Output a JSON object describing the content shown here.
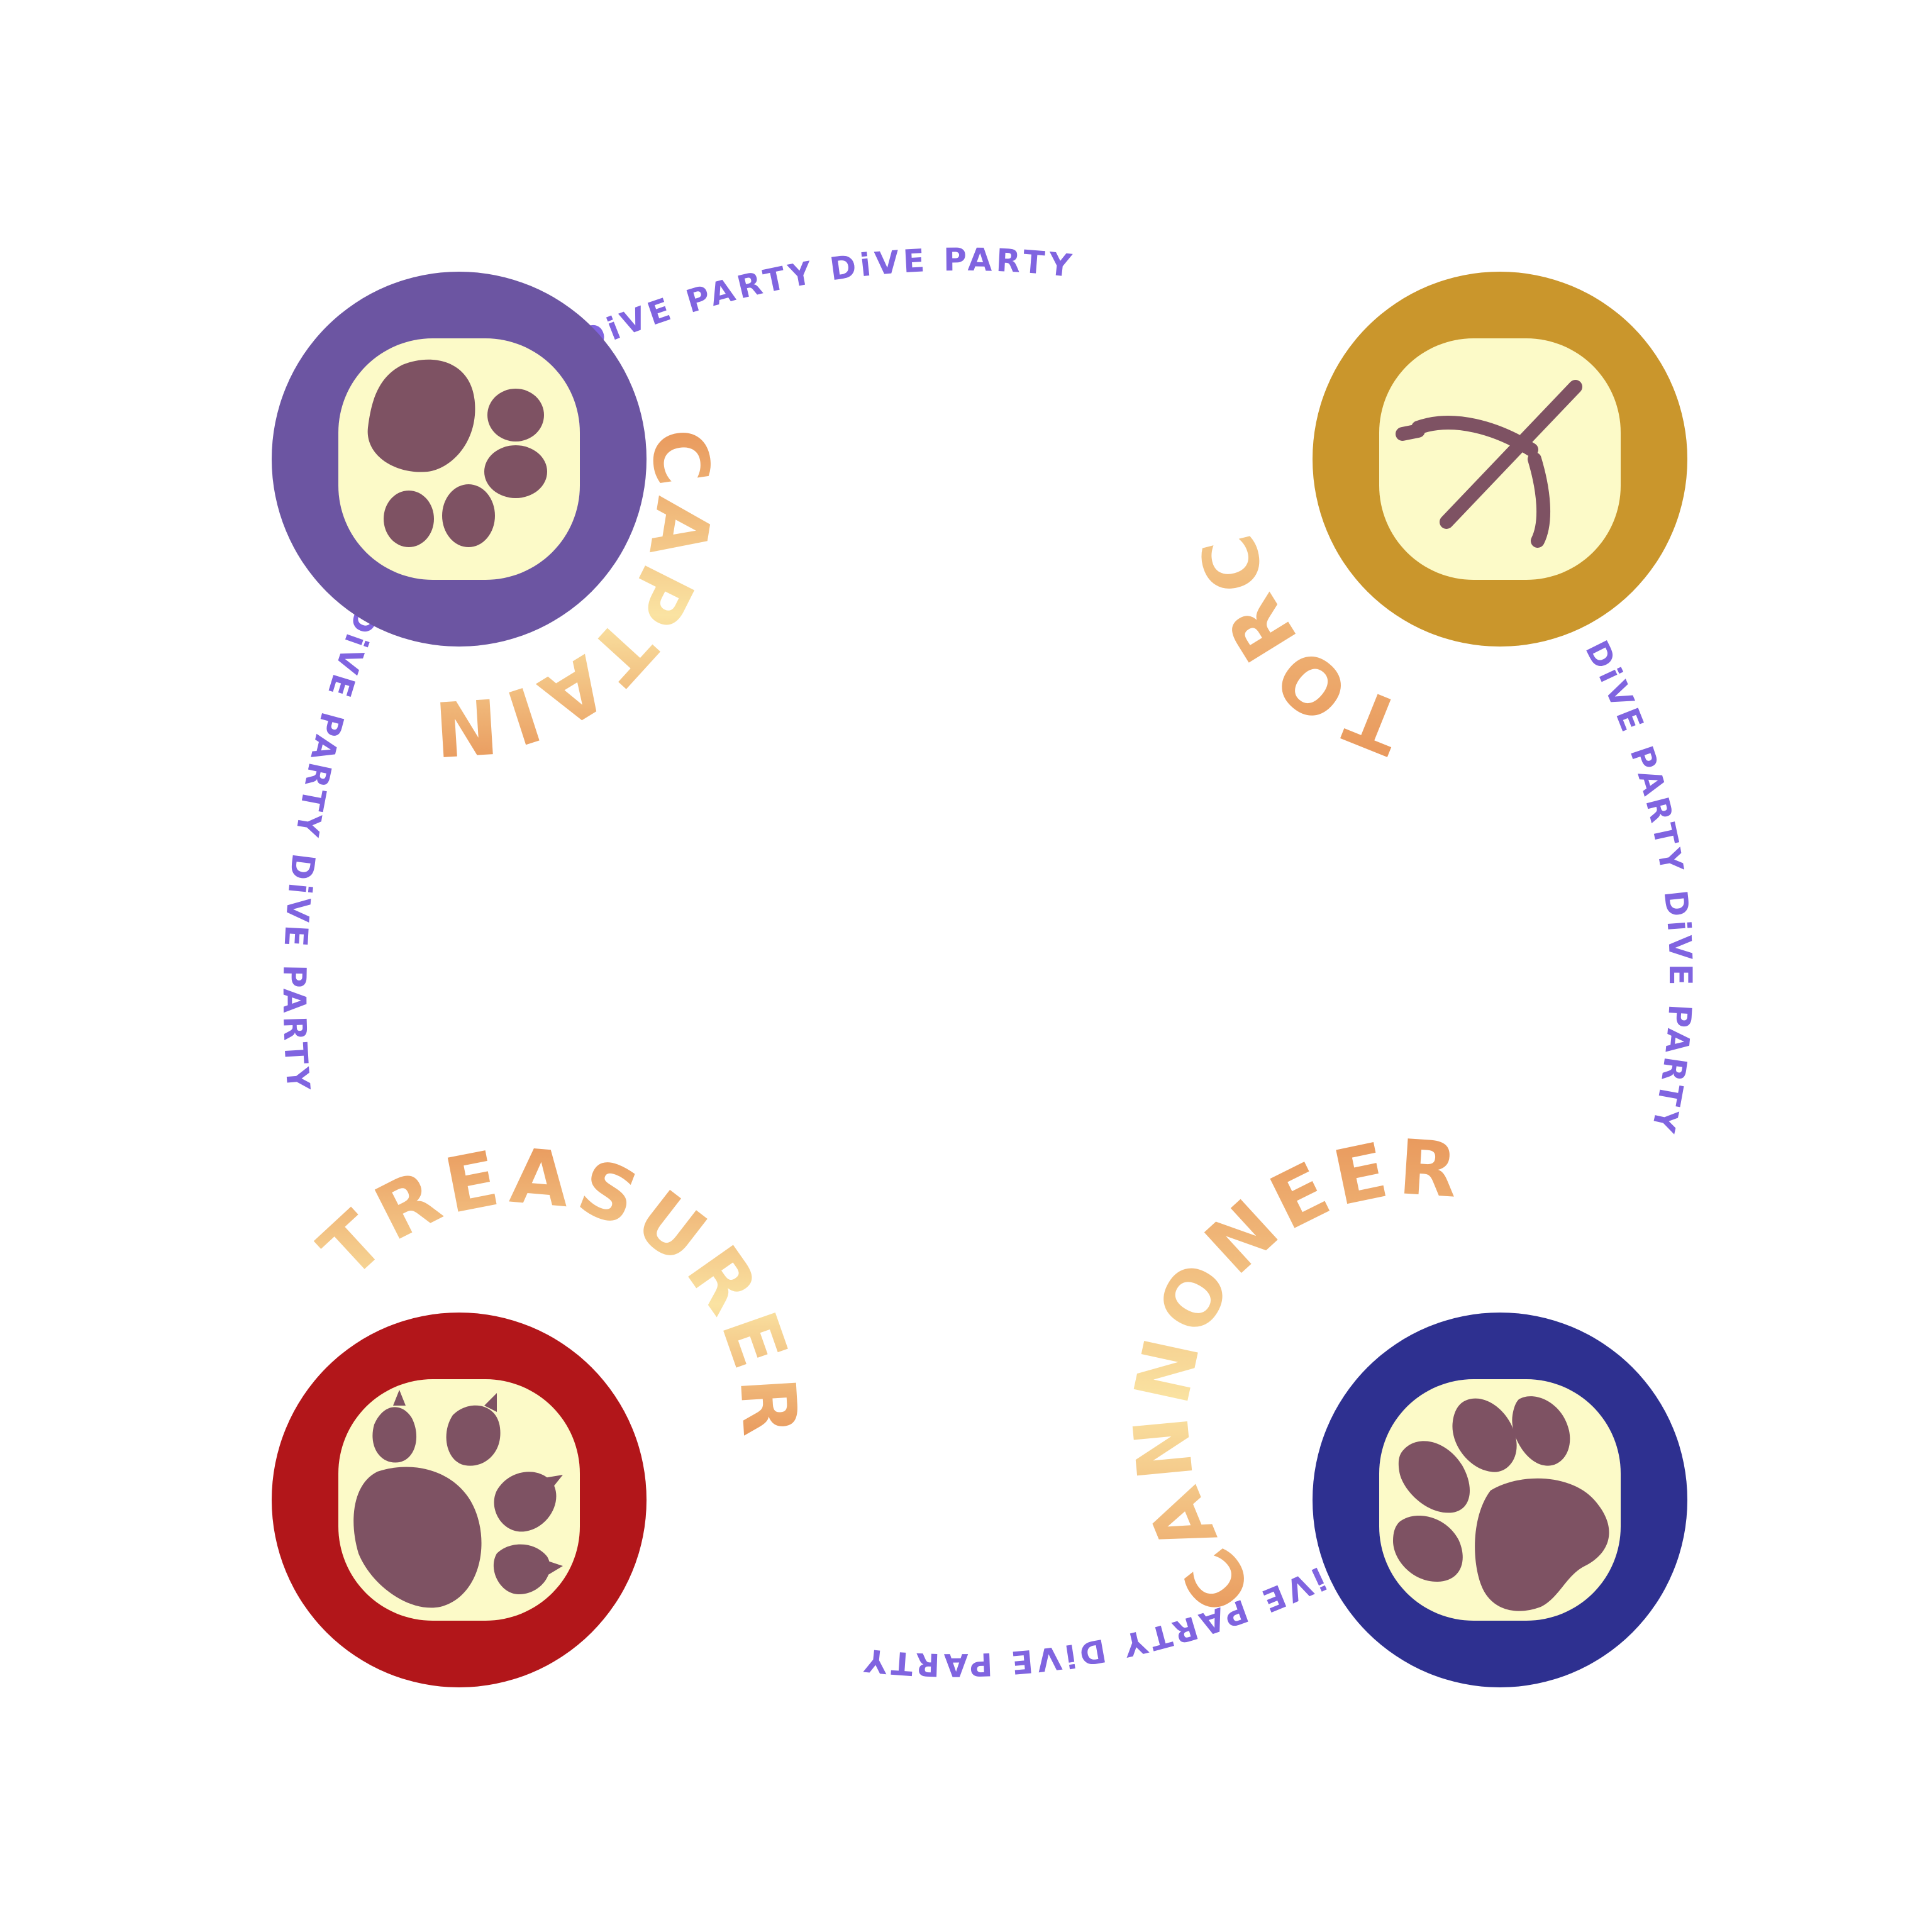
{
  "ring_text": {
    "phrase": "DiVE PARTY",
    "color": "#8064e0"
  },
  "colors": {
    "background": "#ffffff",
    "inner_disc": "#fcfac8",
    "print": "#7e5263",
    "label_gradient_light": "#fae3a2",
    "label_gradient_dark": "#e8965a"
  },
  "badges": [
    {
      "id": "captain",
      "role_label": "CAPTAIN",
      "ring_color": "#6c55a2",
      "icon": "cat-paw-print-icon"
    },
    {
      "id": "torch",
      "role_label": "TORCH",
      "ring_color": "#ca962c",
      "icon": "bird-footprint-icon"
    },
    {
      "id": "treasurer",
      "role_label": "TREASURER",
      "ring_color": "#b2161a",
      "icon": "clawed-paw-print-icon"
    },
    {
      "id": "cannoneer",
      "role_label": "CANNONEER",
      "ring_color": "#2e3090",
      "icon": "dog-paw-print-icon"
    }
  ]
}
